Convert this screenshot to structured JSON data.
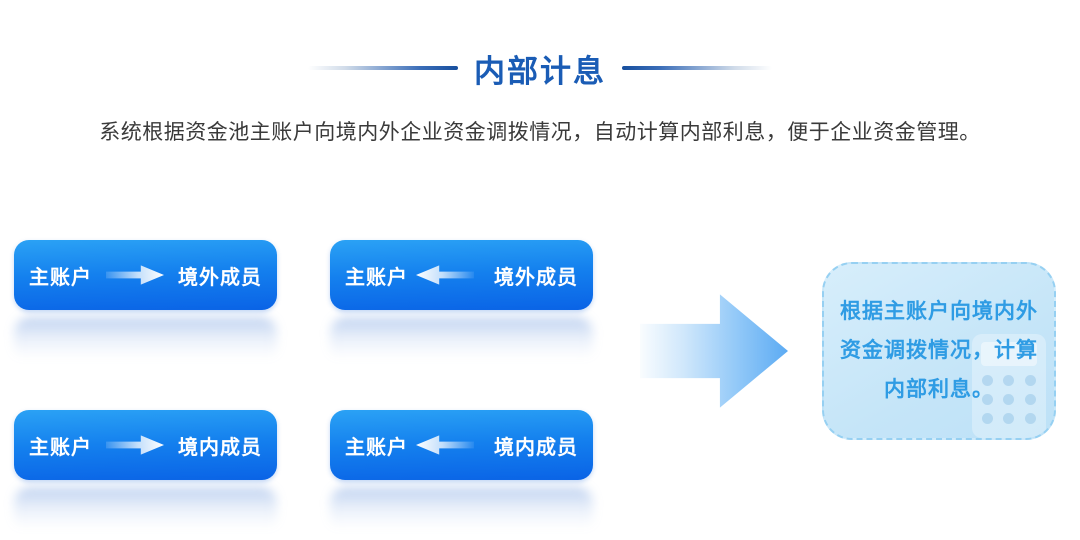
{
  "header": {
    "title": "内部计息",
    "subtitle": "系统根据资金池主账户向境内外企业资金调拨情况，自动计算内部利息，便于企业资金管理。"
  },
  "flows": [
    {
      "from": "主账户",
      "to": "境外成员",
      "direction": "right"
    },
    {
      "from": "主账户",
      "to": "境外成员",
      "direction": "left"
    },
    {
      "from": "主账户",
      "to": "境内成员",
      "direction": "right"
    },
    {
      "from": "主账户",
      "to": "境内成员",
      "direction": "left"
    }
  ],
  "result_panel": {
    "lines": [
      "根据主账户向境内外",
      "资金调拨情况，计算",
      "内部利息。"
    ]
  },
  "icons": {
    "flow_arrow_right": "arrow-right",
    "flow_arrow_left": "arrow-left",
    "big_arrow": "arrow-right",
    "watermark": "calculator"
  },
  "colors": {
    "title_blue": "#1a5cb5",
    "subtitle_text": "#3a3a3a",
    "box_gradient_top": "#2ba2f5",
    "box_gradient_bottom": "#0a63e6",
    "box_text": "#ffffff",
    "big_arrow_blue": "#5cabf3",
    "panel_fill": "#c5e5f8",
    "panel_border": "#96d0f2",
    "panel_text": "#2f9ce4"
  }
}
